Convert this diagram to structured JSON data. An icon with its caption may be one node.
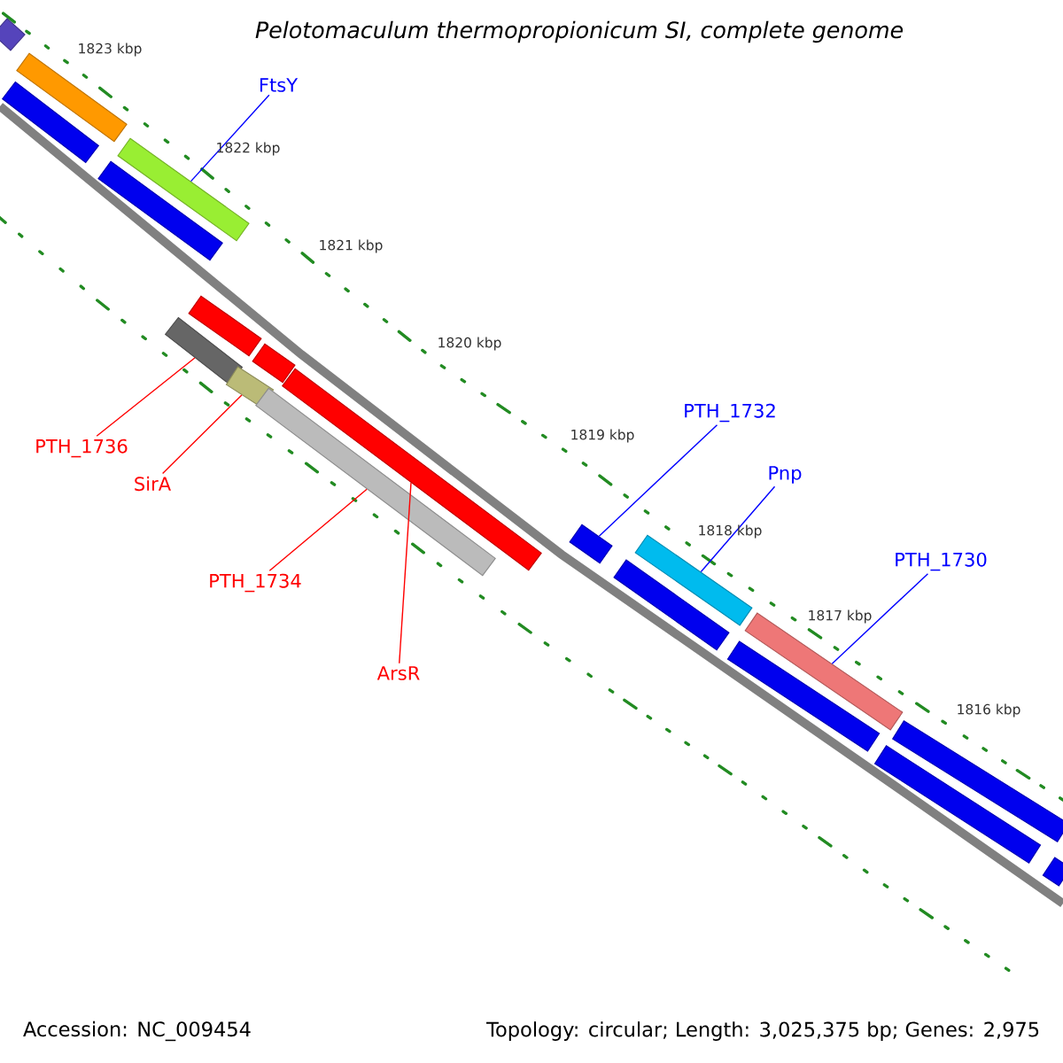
{
  "diagram": {
    "title": "Pelotomaculum thermopropionicum SI, complete genome",
    "nodes": [
      {
        "text": [],
        "shape": "bar"
      },
      {
        "text": [],
        "shape": "bar"
      },
      {
        "text": [],
        "shape": "bar"
      },
      {
        "text": [
          "FtsY"
        ]
      },
      {
        "text": [],
        "shape": "bar"
      },
      {
        "text": [],
        "shape": "bar"
      },
      {
        "text": [],
        "shape": "bar"
      },
      {
        "text": [],
        "shape": "bar"
      },
      {
        "text": [],
        "shape": "bar"
      },
      {
        "text": [],
        "shape": "bar"
      },
      {
        "text": [],
        "shape": "bar"
      },
      {
        "text": [],
        "shape": "bar"
      },
      {
        "text": [
          "PTH_1736"
        ]
      },
      {
        "text": [
          "SirA"
        ]
      },
      {
        "text": [
          "PTH_1732"
        ]
      },
      {
        "text": [],
        "shape": "bar"
      },
      {
        "text": [
          "Pnp"
        ]
      },
      {
        "text": [
          "PTH_1734"
        ]
      },
      {
        "text": [],
        "shape": "bar"
      },
      {
        "text": [],
        "shape": "bar"
      },
      {
        "text": [
          "PTH_1730"
        ]
      },
      {
        "text": [],
        "shape": "bar"
      },
      {
        "text": [],
        "shape": "bar"
      },
      {
        "text": [
          "ArsR"
        ]
      },
      {
        "text": [],
        "shape": "bar"
      },
      {
        "text": [],
        "shape": "bar"
      },
      {
        "text": [],
        "shape": "bar"
      }
    ],
    "edges": [
      {
        "from": 3,
        "to": 4,
        "arrow": "none",
        "color": "#0000ff"
      },
      {
        "from": 12,
        "to": 7,
        "arrow": "none",
        "color": "#ff0000"
      },
      {
        "from": 13,
        "to": 9,
        "arrow": "none",
        "color": "#ff0000"
      },
      {
        "from": 14,
        "to": 15,
        "arrow": "none",
        "color": "#0000ff"
      },
      {
        "from": 16,
        "to": 18,
        "arrow": "none",
        "color": "#0000ff"
      },
      {
        "from": 17,
        "to": 11,
        "arrow": "none",
        "color": "#ff0000"
      },
      {
        "from": 20,
        "to": 21,
        "arrow": "none",
        "color": "#0000ff"
      },
      {
        "from": 23,
        "to": 10,
        "arrow": "none",
        "color": "#ff0000"
      }
    ],
    "labels": [
      "1823 kbp",
      "1822 kbp",
      "1821 kbp",
      "1820 kbp",
      "1819 kbp",
      "1818 kbp",
      "1817 kbp",
      "1816 kbp",
      "Accession: NC_009454",
      "Topology: circular; Length: 3,025,375 bp; Genes: 2,975"
    ]
  }
}
